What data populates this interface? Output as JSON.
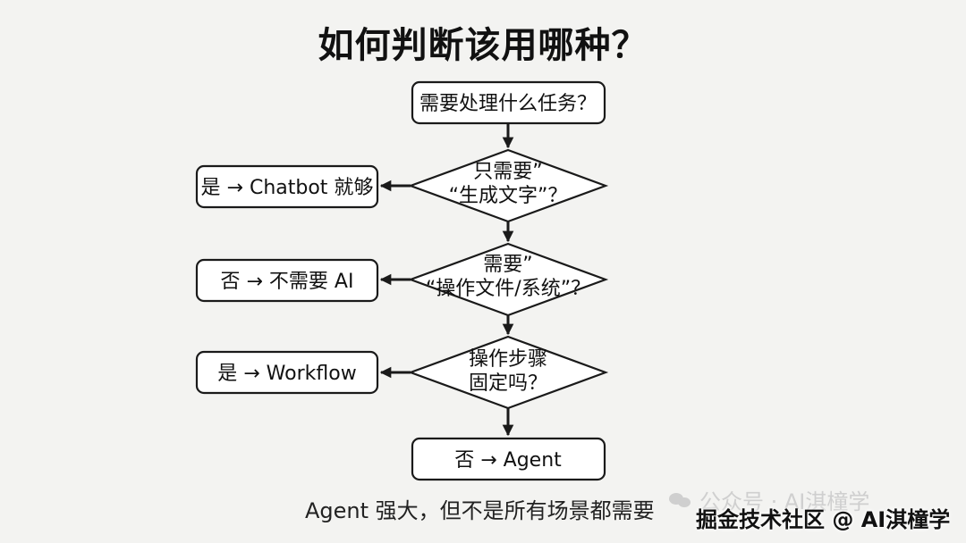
{
  "title": "如何判断该用哪种？",
  "nodes": {
    "start": "需要处理什么任务？",
    "q1_line1": "只需要”",
    "q1_line2": "“生成文字”？",
    "q2_line1": "需要”",
    "q2_line2": "“操作文件/系统”？",
    "q3_line1": "操作步骤",
    "q3_line2": "固定吗？",
    "end": "否 → Agent"
  },
  "outcomes": {
    "chatbot": "是 → Chatbot 就够",
    "no_ai": "否 → 不需要 AI",
    "workflow": "是 → Workflow"
  },
  "caption": "Agent 强大，但不是所有场景都需要",
  "watermark": "公众号 · AI淇橦学",
  "credit": "掘金技术社区 @ AI淇橦学",
  "colors": {
    "stroke": "#1a1a1a",
    "box_fill": "#ffffff",
    "background": "#f3f3f1"
  }
}
